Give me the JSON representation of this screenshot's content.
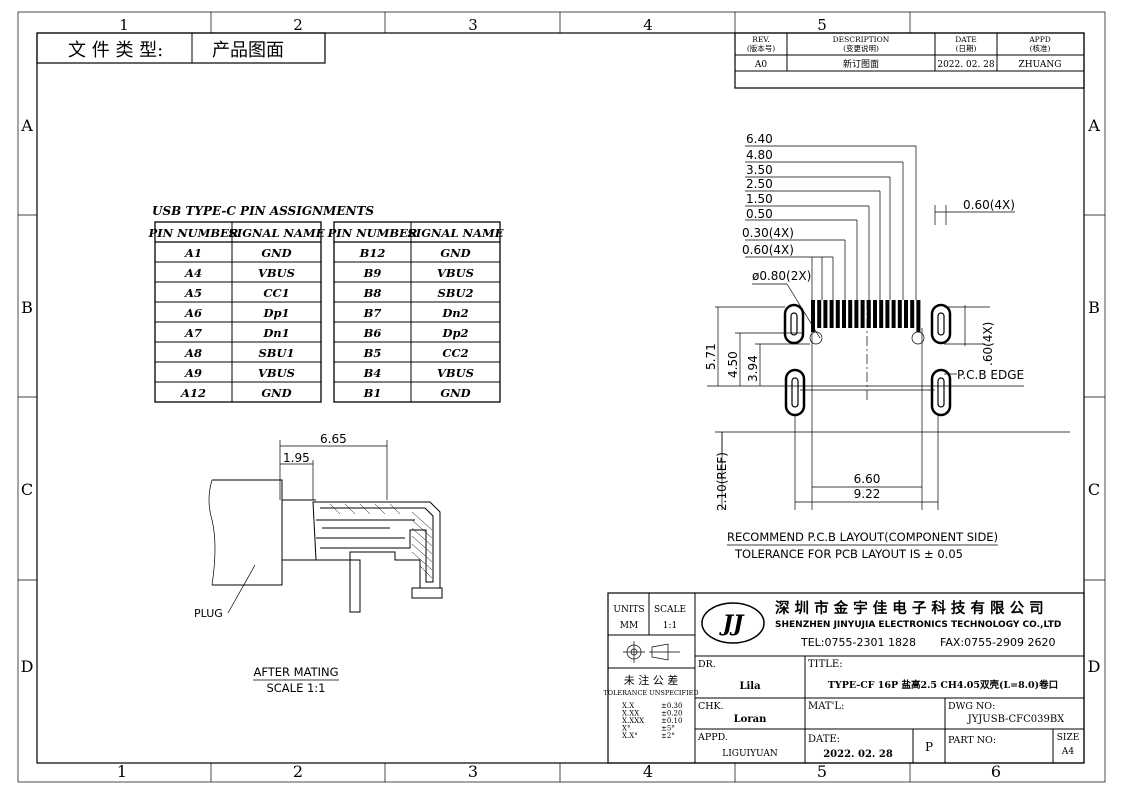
{
  "file_type": {
    "label": "文 件 类 型:",
    "value": "产品图面"
  },
  "grid": {
    "top_cols": [
      "1",
      "2",
      "3",
      "4",
      "5"
    ],
    "bottom_cols": [
      "1",
      "2",
      "3",
      "4",
      "5",
      "6"
    ],
    "left_rows": [
      "A",
      "B",
      "C",
      "D"
    ],
    "right_rows": [
      "A",
      "B",
      "C",
      "D"
    ]
  },
  "revision": {
    "headers": [
      {
        "en": "REV.",
        "zh": "(版本号)"
      },
      {
        "en": "DESCRIPTION",
        "zh": "(变更说明)"
      },
      {
        "en": "DATE",
        "zh": "(日期)"
      },
      {
        "en": "APPD",
        "zh": "(核准)"
      }
    ],
    "row": {
      "rev": "A0",
      "description": "新订图面",
      "date": "2022. 02. 28",
      "appd": "ZHUANG"
    }
  },
  "pin_table": {
    "title": "USB TYPE-C PIN ASSIGNMENTS",
    "col_pin": "PIN NUMBER",
    "col_signal": "SIGNAL NAME",
    "left": [
      {
        "pin": "A1",
        "signal": "GND"
      },
      {
        "pin": "A4",
        "signal": "VBUS"
      },
      {
        "pin": "A5",
        "signal": "CC1"
      },
      {
        "pin": "A6",
        "signal": "Dp1"
      },
      {
        "pin": "A7",
        "signal": "Dn1"
      },
      {
        "pin": "A8",
        "signal": "SBU1"
      },
      {
        "pin": "A9",
        "signal": "VBUS"
      },
      {
        "pin": "A12",
        "signal": "GND"
      }
    ],
    "right": [
      {
        "pin": "B12",
        "signal": "GND"
      },
      {
        "pin": "B9",
        "signal": "VBUS"
      },
      {
        "pin": "B8",
        "signal": "SBU2"
      },
      {
        "pin": "B7",
        "signal": "Dn2"
      },
      {
        "pin": "B6",
        "signal": "Dp2"
      },
      {
        "pin": "B5",
        "signal": "CC2"
      },
      {
        "pin": "B4",
        "signal": "VBUS"
      },
      {
        "pin": "B1",
        "signal": "GND"
      }
    ]
  },
  "pcb_layout": {
    "dims_top": [
      "6.40",
      "4.80",
      "3.50",
      "2.50",
      "1.50",
      "0.50",
      "0.30(4X)",
      "0.60(4X)"
    ],
    "dim_slot": "0.60(4X)",
    "dim_hole": "ø0.80(2X)",
    "dim_571": "5.71",
    "dim_450": "4.50",
    "dim_394": "3.94",
    "dim_060_v": ".60(4X)",
    "edge_label": "P.C.B EDGE",
    "dim_660": "6.60",
    "dim_922": "9.22",
    "dim_210": "2.10(REF)",
    "caption": "RECOMMEND P.C.B LAYOUT(COMPONENT SIDE)",
    "tolerance": "TOLERANCE FOR PCB LAYOUT IS ± 0.05"
  },
  "mating": {
    "dim_665": "6.65",
    "dim_195": "1.95",
    "plug_label": "PLUG",
    "caption": "AFTER MATING",
    "scale": "SCALE 1:1"
  },
  "title_block": {
    "units_label": "UNITS",
    "units_value": "MM",
    "scale_label": "SCALE",
    "scale_value": "1:1",
    "logo": "JJ",
    "company_cn": "深 圳 市 金 宇 佳 电 子 科 技 有 限 公 司",
    "company_en": "SHENZHEN JINYUJIA ELECTRONICS TECHNOLOGY CO.,LTD",
    "tel": "TEL:0755-2301 1828",
    "fax": "FAX:0755-2909 2620",
    "tol_title_cn": "未 注 公 差",
    "tol_title_en": "TOLERANCE UNSPECIFIED",
    "tolerances": [
      {
        "k": "X.X",
        "v": "±0.30"
      },
      {
        "k": "X.XX",
        "v": "±0.20"
      },
      {
        "k": "X.XXX",
        "v": "±0.10"
      },
      {
        "k": "X°",
        "v": "±5°"
      },
      {
        "k": "X.X°",
        "v": "±2°"
      }
    ],
    "dr_label": "DR.",
    "dr_value": "Lila",
    "chk_label": "CHK.",
    "chk_value": "Loran",
    "appd_label": "APPD.",
    "appd_value": "LIGUIYUAN",
    "title_label": "TITLE:",
    "title_value": "TYPE-CF 16P 盐高2.5 CH4.05双壳(L=8.0)卷口",
    "mat_label": "MAT'L:",
    "dwg_label": "DWG NO:",
    "dwg_value": "JYJUSB-CFC039BX",
    "date_label": "DATE:",
    "date_value": "2022. 02. 28",
    "p_label": "P",
    "part_label": "PART NO:",
    "size_label": "SIZE",
    "size_value": "A4"
  }
}
